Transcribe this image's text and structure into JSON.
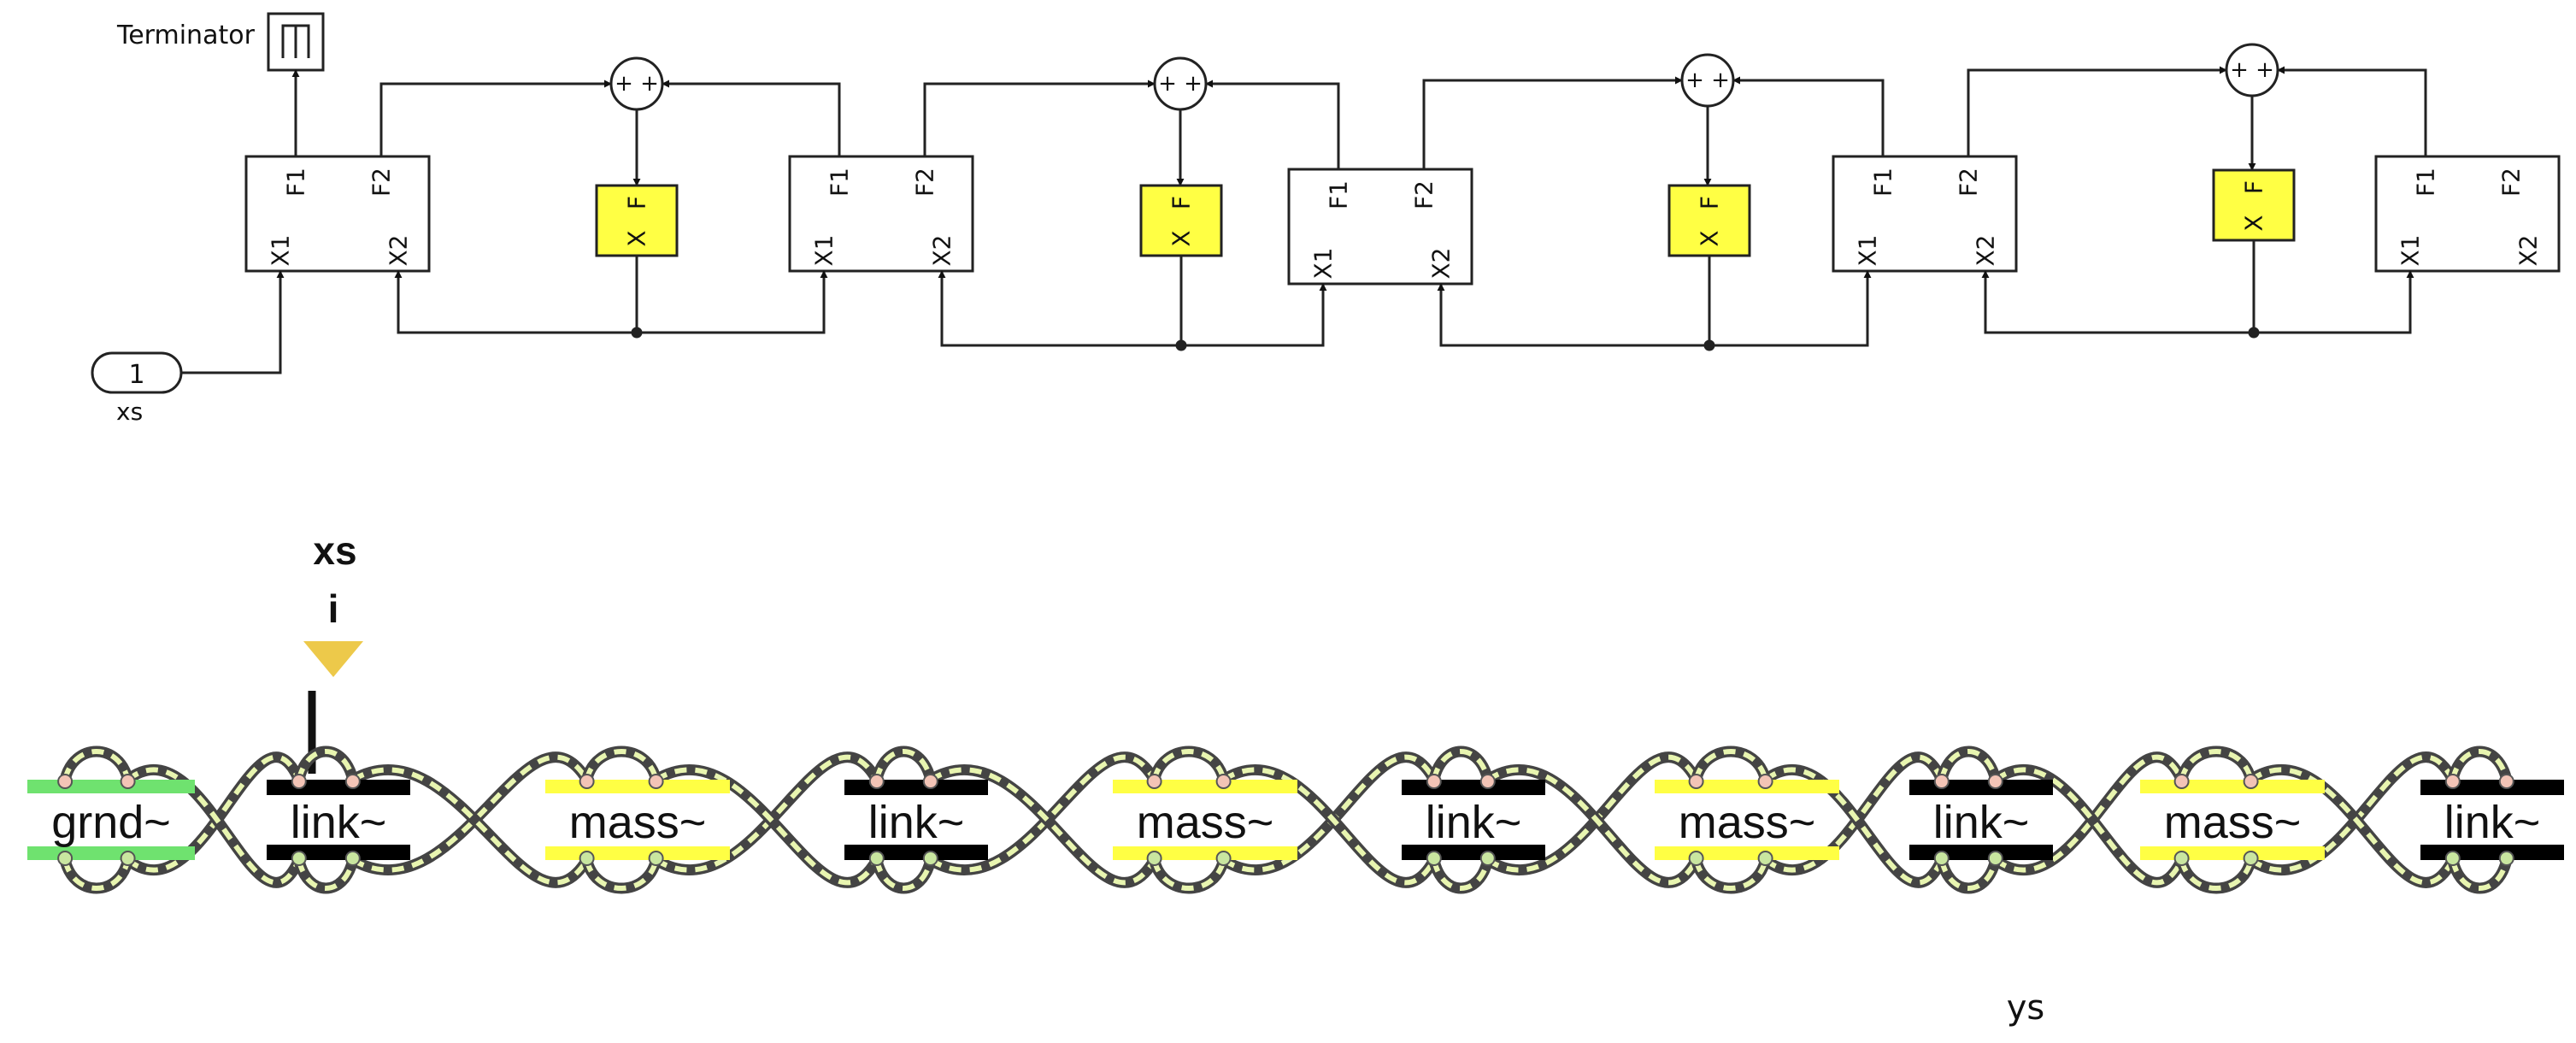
{
  "simulink": {
    "terminator": {
      "label": "Terminator"
    },
    "inport": {
      "number": "1",
      "name": "xs"
    },
    "sum_signs": "+ +",
    "link_ports": {
      "f1": "F1",
      "f2": "F2",
      "x1": "X1",
      "x2": "X2"
    },
    "mass_ports": {
      "x": "X",
      "f": "F"
    },
    "link_count": 5,
    "mass_count": 4,
    "mass_color": "#ffff44",
    "block_stroke": "#222222"
  },
  "pd": {
    "input_label": "xs",
    "inlet_label": "i",
    "output_label": "ys",
    "objects": [
      {
        "type": "grnd",
        "label": "grnd~"
      },
      {
        "type": "link",
        "label": "link~"
      },
      {
        "type": "mass",
        "label": "mass~"
      },
      {
        "type": "link",
        "label": "link~"
      },
      {
        "type": "mass",
        "label": "mass~"
      },
      {
        "type": "link",
        "label": "link~"
      },
      {
        "type": "mass",
        "label": "mass~"
      },
      {
        "type": "link",
        "label": "link~"
      },
      {
        "type": "mass",
        "label": "mass~"
      },
      {
        "type": "link",
        "label": "link~"
      }
    ],
    "colors": {
      "grnd": "#6fe26f",
      "mass": "#ffff44",
      "link": "#000000",
      "cable_dark": "#444444",
      "cable_light": "#e8f5b0",
      "inlet_triangle": "#edc94a"
    }
  }
}
